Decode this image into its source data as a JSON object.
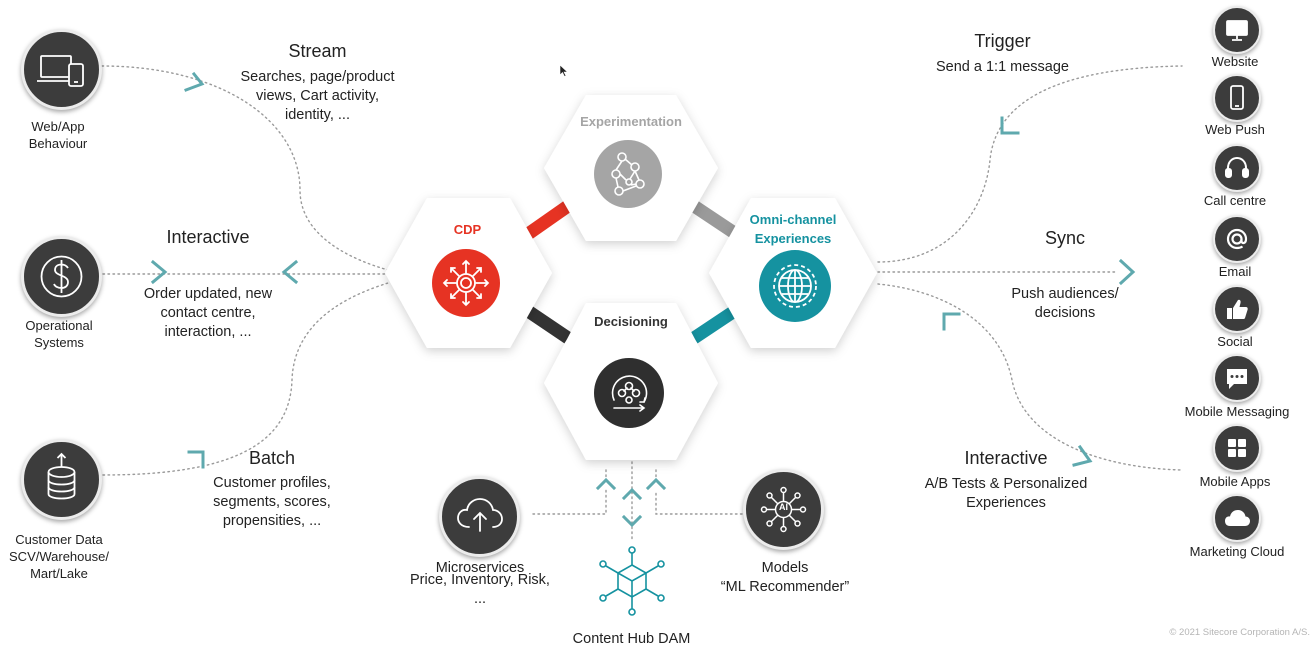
{
  "left_sources": [
    {
      "name": "web-app-behaviour",
      "label_lines": [
        "Web/App",
        "Behaviour"
      ],
      "icon": "laptop-phone-icon"
    },
    {
      "name": "operational-systems",
      "label_lines": [
        "Operational",
        "Systems"
      ],
      "icon": "dollar-icon"
    },
    {
      "name": "customer-data",
      "label_lines": [
        "Customer Data",
        "SCV/Warehouse/",
        "Mart/Lake"
      ],
      "icon": "database-icon"
    }
  ],
  "left_flows": [
    {
      "title": "Stream",
      "lines": [
        "Searches, page/product",
        "views, Cart activity,",
        "identity, ..."
      ]
    },
    {
      "title": "Interactive",
      "lines": [
        "Order updated, new",
        "contact centre,",
        "interaction, ..."
      ]
    },
    {
      "title": "Batch",
      "lines": [
        "Customer profiles,",
        "segments, scores,",
        "propensities, ..."
      ]
    }
  ],
  "hexagons": {
    "cdp": {
      "label": "CDP",
      "color": "#e63323",
      "icon": "hub-arrows-icon"
    },
    "experimentation": {
      "label": "Experimentation",
      "color": "#a5a5a5",
      "icon": "network-nodes-icon"
    },
    "omni": {
      "label_lines": [
        "Omni-channel",
        "Experiences"
      ],
      "color": "#1592a0",
      "icon": "globe-icon"
    },
    "decisioning": {
      "label": "Decisioning",
      "color": "#333333",
      "icon": "cycle-nodes-icon"
    }
  },
  "bottom": {
    "microservices": {
      "title": "Microservices",
      "lines": [
        "Price, Inventory, Risk,",
        "..."
      ],
      "icon": "cloud-upload-icon"
    },
    "models": {
      "title": "Models",
      "subtitle": "“ML Recommender”",
      "icon": "ai-network-icon",
      "badge": "AI"
    },
    "content_hub": {
      "label": "Content Hub DAM",
      "icon": "cube-network-icon"
    }
  },
  "right_flows": [
    {
      "title": "Trigger",
      "lines": [
        "Send a 1:1 message"
      ]
    },
    {
      "title": "Sync",
      "lines": [
        "Push audiences/",
        "decisions"
      ]
    },
    {
      "title": "Interactive",
      "lines": [
        "A/B Tests & Personalized",
        "Experiences"
      ]
    }
  ],
  "channels": [
    {
      "label": "Website",
      "icon": "monitor-icon"
    },
    {
      "label": "Web Push",
      "icon": "smartphone-icon"
    },
    {
      "label": "Call centre",
      "icon": "headset-icon"
    },
    {
      "label": "Email",
      "icon": "at-sign-icon"
    },
    {
      "label": "Social",
      "icon": "thumbs-up-icon"
    },
    {
      "label": "Mobile Messaging",
      "icon": "chat-bubble-icon"
    },
    {
      "label": "Mobile Apps",
      "icon": "app-grid-icon"
    },
    {
      "label": "Marketing Cloud",
      "icon": "cloud-icon"
    }
  ],
  "copyright": "© 2021 Sitecore Corporation A/S.",
  "colors": {
    "cdp": "#e63323",
    "omni": "#1592a0",
    "teal_arrow": "#5fa9ae",
    "dark_circle": "#3c3c3c",
    "connector_grey": "#9a9a9a",
    "connector_dark": "#333333"
  }
}
